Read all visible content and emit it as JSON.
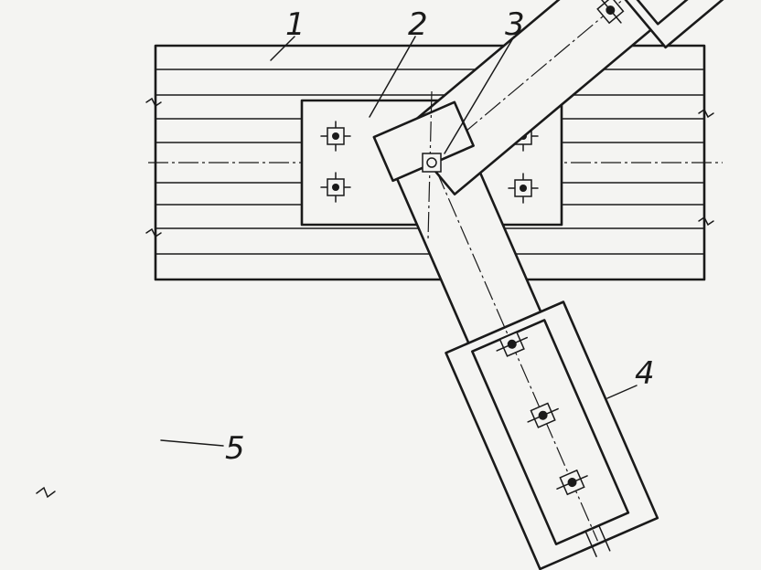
{
  "diagram": {
    "callouts": [
      {
        "id": "1",
        "label": "1"
      },
      {
        "id": "2",
        "label": "2"
      },
      {
        "id": "3",
        "label": "3"
      },
      {
        "id": "4",
        "label": "4"
      },
      {
        "id": "5",
        "label": "5"
      }
    ],
    "colors": {
      "ink": "#1a1a1a",
      "paper": "#f4f4f2"
    }
  }
}
